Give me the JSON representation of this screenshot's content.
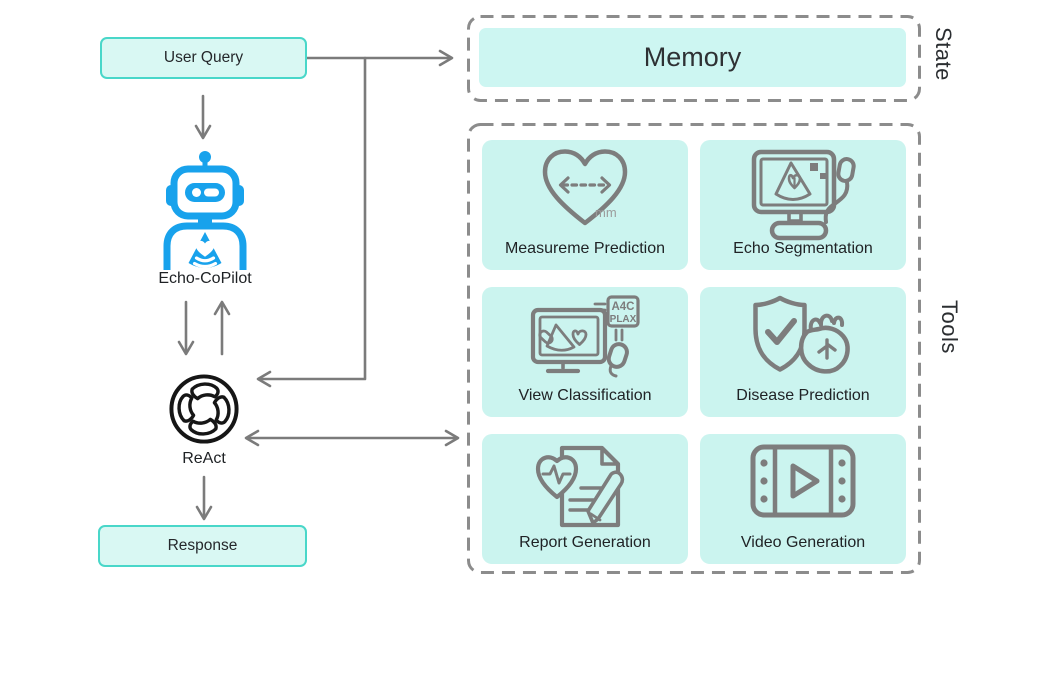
{
  "flow": {
    "user_query": "User Query",
    "agent": "Echo-CoPilot",
    "planner": "ReAct",
    "response": "Response"
  },
  "state": {
    "section_label": "State",
    "memory_label": "Memory"
  },
  "tools": {
    "section_label": "Tools",
    "cards": [
      {
        "label": "Measureme Prediction",
        "icon": "heart-measurement-icon",
        "unit": "mm"
      },
      {
        "label": "Echo Segmentation",
        "icon": "ultrasound-monitor-probe-icon"
      },
      {
        "label": "View Classification",
        "icon": "view-monitor-probe-icon",
        "badge_line1": "A4C",
        "badge_line2": "PLAX"
      },
      {
        "label": "Disease Prediction",
        "icon": "shield-check-heart-icon"
      },
      {
        "label": "Report Generation",
        "icon": "report-pen-icon"
      },
      {
        "label": "Video Generation",
        "icon": "video-play-icon"
      }
    ]
  },
  "colors": {
    "accent_teal_border": "#49d7c9",
    "flow_box_fill": "#d9f8f3",
    "card_fill": "#cbf4ef",
    "memory_fill": "#cdf6f2",
    "robot_blue": "#18a2ec",
    "connector_gray": "#7b7b7b",
    "dashed_border_gray": "#8c8c8c",
    "icon_gray": "#7d7d7d"
  }
}
